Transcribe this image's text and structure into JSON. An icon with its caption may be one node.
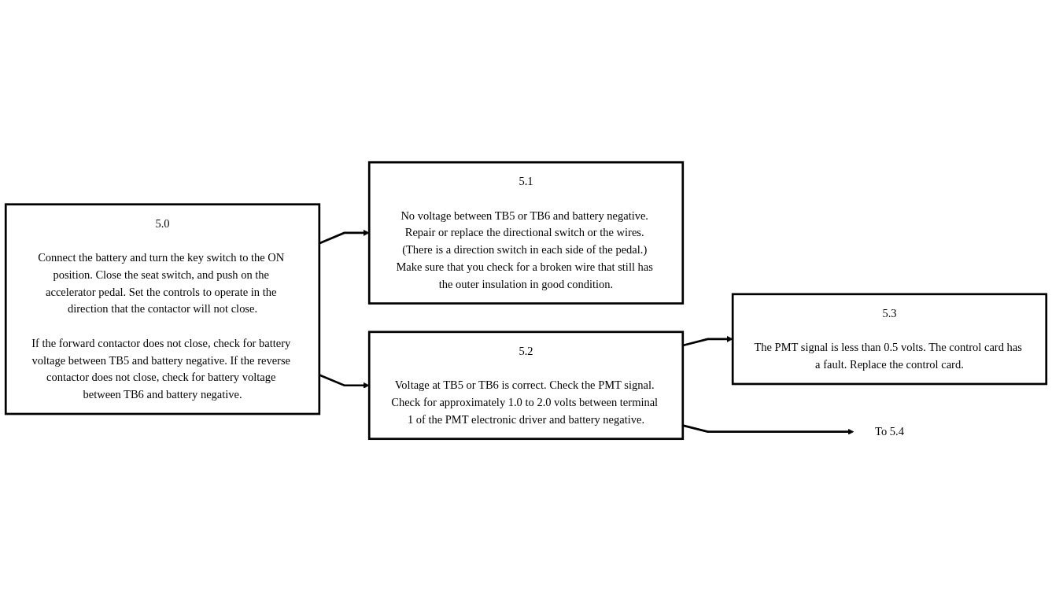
{
  "diagram": {
    "nodes": [
      {
        "text": [
          "5.0",
          "Connect the battery and turn the key switch to the ON position. Close the seat switch, and push on the accelerator pedal. Set the controls to operate in the direction that the contactor will not close.",
          "If the forward contactor does not close, check for battery voltage between TB5 and battery negative. If the reverse contactor does not close, check for battery voltage between TB6 and battery negative."
        ]
      },
      {
        "text": [
          "5.1",
          "No voltage between TB5 or TB6 and battery negative. Repair or replace the directional switch or the wires. (There is a direction switch in each side of the pedal.) Make sure that you check for a broken wire that still has the outer insulation in good condition."
        ]
      },
      {
        "text": [
          "5.2",
          "Voltage at TB5 or TB6 is correct. Check the PMT signal. Check for approximately 1.0 to 2.0 volts between terminal 1 of the PMT electronic driver and battery negative."
        ]
      },
      {
        "text": [
          "5.3",
          "The PMT signal is less than 0.5 volts. The control card has a fault. Replace the control card."
        ]
      },
      {
        "text": [
          "To 5.4"
        ]
      }
    ],
    "edges": [
      {
        "from": 0,
        "to": 1,
        "arrow": "to"
      },
      {
        "from": 0,
        "to": 2,
        "arrow": "to"
      },
      {
        "from": 2,
        "to": 3,
        "arrow": "to"
      },
      {
        "from": 2,
        "to": 4,
        "arrow": "to"
      }
    ]
  }
}
